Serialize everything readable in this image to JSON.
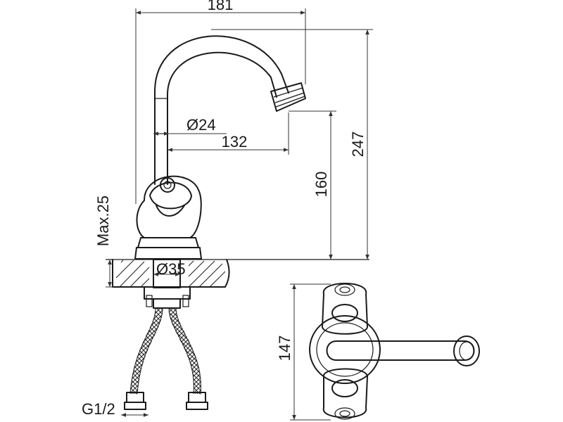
{
  "drawing": {
    "dimensions": {
      "width_total": "181",
      "height_total": "247",
      "spout_height": "160",
      "spout_reach": "132",
      "spout_diameter": "Ø24",
      "base_diameter": "Ø35",
      "max_thickness": "Max.25",
      "handle_span": "147",
      "thread": "G1/2"
    },
    "colors": {
      "line": "#1a1a1a",
      "background": "#ffffff"
    }
  }
}
